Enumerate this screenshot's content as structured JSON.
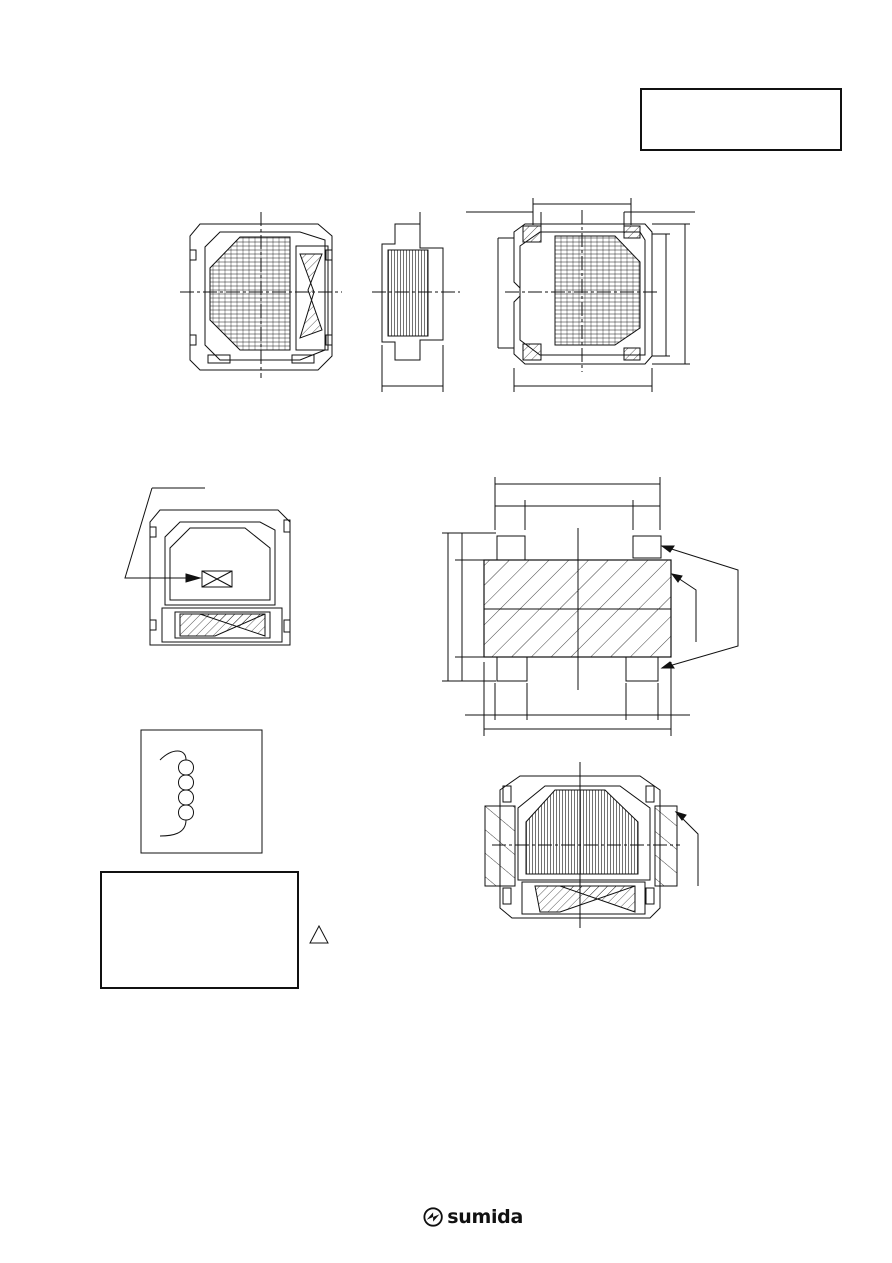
{
  "page": {
    "background": "#ffffff",
    "line_color": "#111111"
  },
  "brand": {
    "name": "sumida",
    "logo_icon": "sumida-logo-icon"
  },
  "boxes": {
    "title_box": "",
    "spec_box": ""
  },
  "views": [
    {
      "name": "top-view"
    },
    {
      "name": "side-view"
    },
    {
      "name": "bottom-view"
    },
    {
      "name": "marking-view"
    },
    {
      "name": "land-pattern"
    },
    {
      "name": "schematic"
    },
    {
      "name": "mounted-view"
    }
  ],
  "revision_icon": "revision-triangle-icon"
}
